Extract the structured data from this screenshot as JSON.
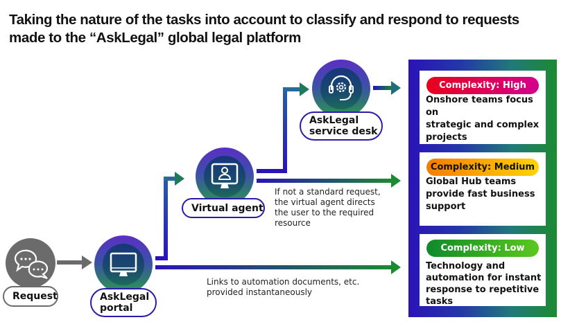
{
  "title": "Taking the nature of the tasks into account to classify and respond to requests made to the “AskLegal” global legal platform",
  "nodes": {
    "request": {
      "label": "Request",
      "icon": "chat-bubbles-icon"
    },
    "portal": {
      "label_line1": "AskLegal",
      "label_line2": "portal",
      "icon": "monitor-icon"
    },
    "virtual_agent": {
      "label": "Virtual agent",
      "icon": "monitor-user-icon"
    },
    "service_desk": {
      "label_line1": "AskLegal",
      "label_line2": "service desk",
      "icon": "headset-gear-icon"
    }
  },
  "notes": {
    "virtual_agent": [
      "If not a standard request,",
      "the virtual agent directs",
      "the user to the required",
      "resource"
    ],
    "automation": [
      "Links to automation documents, etc.",
      "provided instantaneously"
    ]
  },
  "complexity": [
    {
      "badge": "Complexity: High",
      "text": [
        "Onshore teams focus on",
        "strategic and complex",
        "projects"
      ],
      "colors": [
        "#e8001c",
        "#d4008c"
      ],
      "text_color": "#ffffff"
    },
    {
      "badge": "Complexity: Medium",
      "text": [
        "Global Hub teams",
        "provide fast business",
        "support"
      ],
      "colors": [
        "#f57c00",
        "#ffd400"
      ],
      "text_color": "#111111"
    },
    {
      "badge": "Complexity: Low",
      "text": [
        "Technology and",
        "automation for instant",
        "response to repetitive",
        "tasks"
      ],
      "colors": [
        "#0f8a2a",
        "#5cc81e"
      ],
      "text_color": "#ffffff"
    }
  ],
  "colors": {
    "flow_start": "#2a13b8",
    "flow_end": "#1c8a30",
    "gray": "#6b6b6b"
  }
}
